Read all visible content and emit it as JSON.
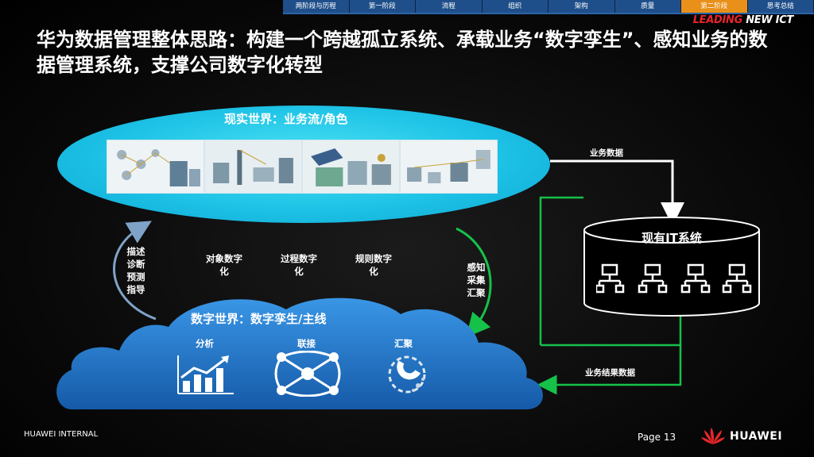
{
  "nav": {
    "tabs": [
      {
        "label": "两阶段与历程",
        "active": false
      },
      {
        "label": "第一阶段",
        "active": false
      },
      {
        "label": "流程",
        "active": false
      },
      {
        "label": "组织",
        "active": false
      },
      {
        "label": "架构",
        "active": false
      },
      {
        "label": "质量",
        "active": false
      },
      {
        "label": "第二阶段",
        "active": true
      },
      {
        "label": "思考总结",
        "active": false
      }
    ]
  },
  "brand": {
    "leading": "LEADING",
    "new_ict": " NEW ICT"
  },
  "title": "华为数据管理整体思路：构建一个跨越孤立系统、承载业务“数字孪生”、感知业务的数据管理系统，支撑公司数字化转型",
  "real_world": {
    "label": "现实世界：业务流/角色"
  },
  "left_arrow_text": "描述诊断预测指导",
  "right_arrow_text": "感知采集汇聚",
  "digitization": [
    {
      "label": "对象数字化"
    },
    {
      "label": "过程数字化"
    },
    {
      "label": "规则数字化"
    }
  ],
  "digital_world": {
    "title": "数字世界：数字孪生/主线",
    "items": [
      {
        "label": "分析",
        "icon": "bar-chart-icon"
      },
      {
        "label": "联接",
        "icon": "network-icon"
      },
      {
        "label": "汇聚",
        "icon": "magnet-icon"
      }
    ]
  },
  "it_system": {
    "title": "现有IT系统",
    "icon": "network-node-icon"
  },
  "flows": {
    "business_data": "业务数据",
    "business_result_data": "业务结果数据"
  },
  "colors": {
    "accent_orange": "#e8901a",
    "nav_blue": "#1f4f8a",
    "cyan": "#1ec3e6",
    "flow_green": "#16c14a",
    "cloud_blue": "#1f73c8",
    "huawei_red": "#e8262a"
  },
  "footer": {
    "internal": "HUAWEI INTERNAL",
    "page": "Page 13",
    "logo_text": "HUAWEI"
  }
}
